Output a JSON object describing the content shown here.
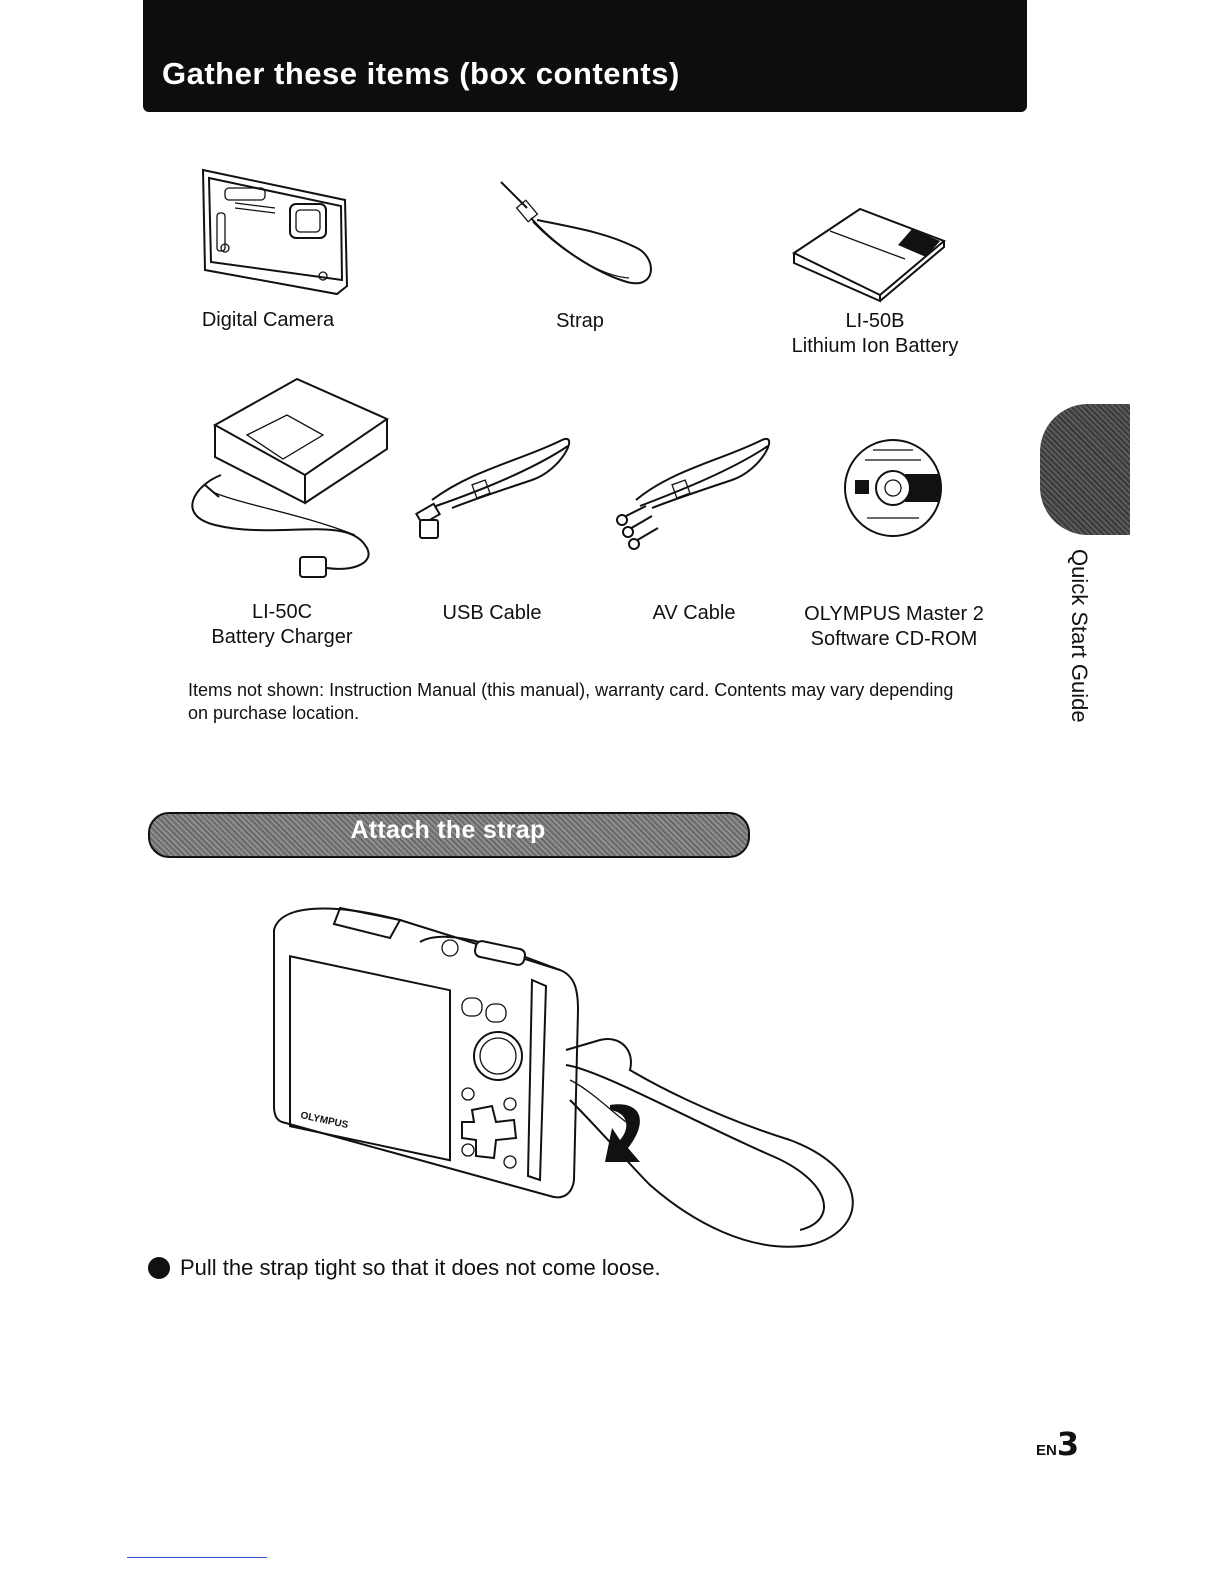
{
  "header": {
    "title": "Gather these items (box contents)"
  },
  "items_row1": [
    {
      "lines": [
        "Digital Camera"
      ],
      "icon": "camera-icon"
    },
    {
      "lines": [
        "Strap"
      ],
      "icon": "strap-icon"
    },
    {
      "lines": [
        "LI-50B",
        "Lithium Ion Battery"
      ],
      "icon": "battery-icon"
    }
  ],
  "items_row2": [
    {
      "lines": [
        "LI-50C",
        "Battery Charger"
      ],
      "icon": "charger-icon"
    },
    {
      "lines": [
        "USB Cable"
      ],
      "icon": "usb-cable-icon"
    },
    {
      "lines": [
        "AV Cable"
      ],
      "icon": "av-cable-icon"
    },
    {
      "lines": [
        "OLYMPUS Master 2",
        "Software CD-ROM"
      ],
      "icon": "cd-rom-icon"
    }
  ],
  "note": "Items not shown: Instruction Manual (this manual), warranty card. Contents may vary depending on purchase location.",
  "strap_section": {
    "title": "Attach the strap",
    "bullet": "Pull the strap tight so that it does not come loose."
  },
  "side_tab": {
    "label": "Quick Start Guide"
  },
  "page": {
    "lang": "EN",
    "number": "3"
  },
  "colors": {
    "header_bg": "#0d0d0d",
    "text": "#111111",
    "link_line": "#3355cc"
  }
}
